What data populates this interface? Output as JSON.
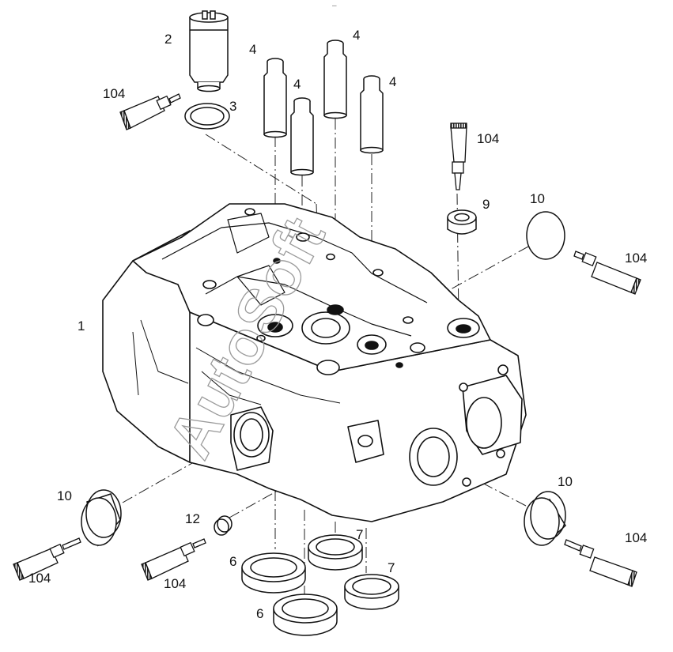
{
  "diagram": {
    "top_mark": "–",
    "watermark": "AutoSoft",
    "callouts": {
      "head": "1",
      "guide_tool": "2",
      "ring_3": "3",
      "guide_a": "4",
      "guide_b": "4",
      "guide_c": "4",
      "guide_d": "4",
      "seat_a": "6",
      "seat_b": "6",
      "seat_c": "7",
      "seat_d": "7",
      "seal_9": "9",
      "plug_top_right": "10",
      "plug_left": "10",
      "plug_right": "10",
      "plug_12": "12",
      "sealant_top_left": "104",
      "sealant_top_center": "104",
      "sealant_right": "104",
      "sealant_bottom_left": "104",
      "sealant_bottom_center": "104",
      "sealant_bottom_right": "104"
    }
  }
}
